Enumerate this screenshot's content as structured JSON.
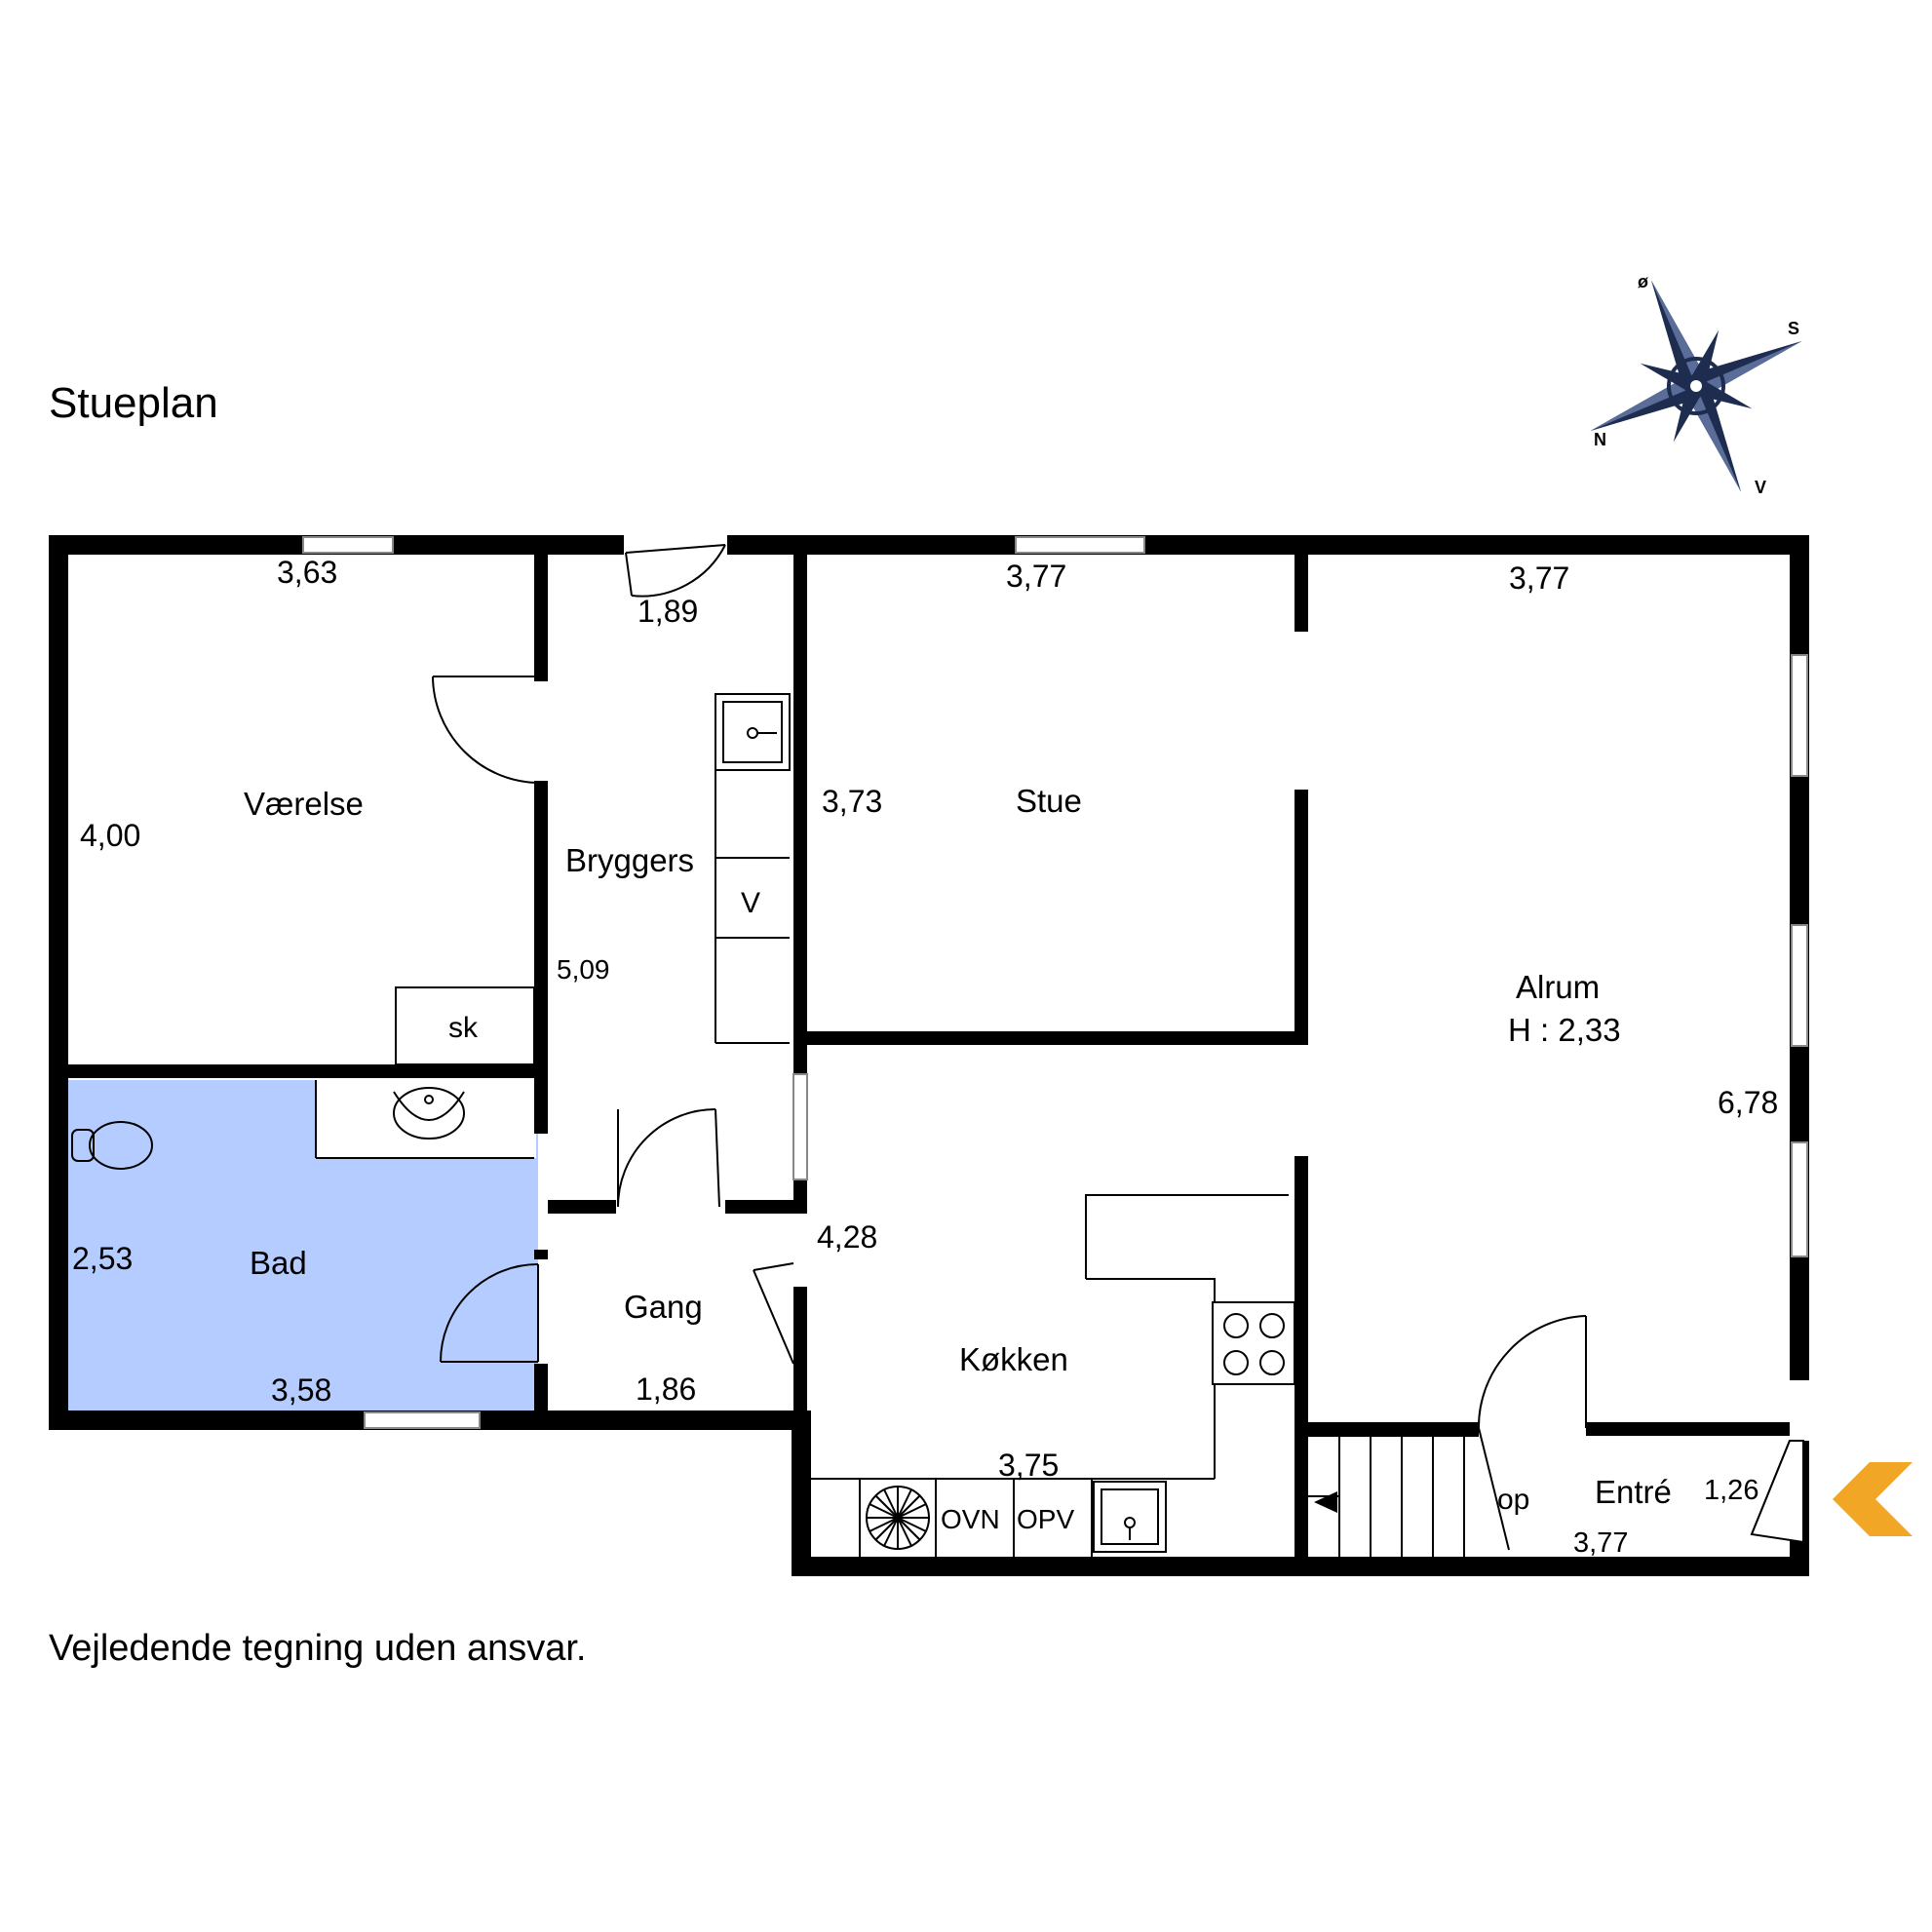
{
  "title": "Stueplan",
  "disclaimer": "Vejledende tegning uden ansvar.",
  "compass": {
    "n": "N",
    "s": "S",
    "o": "ø",
    "v": "V"
  },
  "colors": {
    "wall": "#000000",
    "bathroom": "#b4ccff",
    "entrance_arrow": "#f2a626",
    "compass": "#1e2d4f"
  },
  "rooms": {
    "vaerelse": "Værelse",
    "bryggers": "Bryggers",
    "stue": "Stue",
    "alrum": "Alrum",
    "alrum_height": "H : 2,33",
    "bad": "Bad",
    "gang": "Gang",
    "koekken": "Køkken",
    "entre": "Entré"
  },
  "dimensions": {
    "vaerelse_w": "3,63",
    "vaerelse_h": "4,00",
    "bryggers_w": "1,89",
    "bryggers_h": "5,09",
    "stue_w": "3,77",
    "stue_h": "3,73",
    "alrum_w": "3,77",
    "alrum_h": "6,78",
    "bad_h": "2,53",
    "bad_w": "3,58",
    "gang_w": "1,86",
    "koekken_h": "4,28",
    "koekken_w": "3,75",
    "entre_h": "1,26",
    "entre_w": "3,77"
  },
  "fixtures": {
    "closet": "sk",
    "washer": "V",
    "oven": "OVN",
    "dishwasher": "OPV",
    "stairs": "op"
  }
}
